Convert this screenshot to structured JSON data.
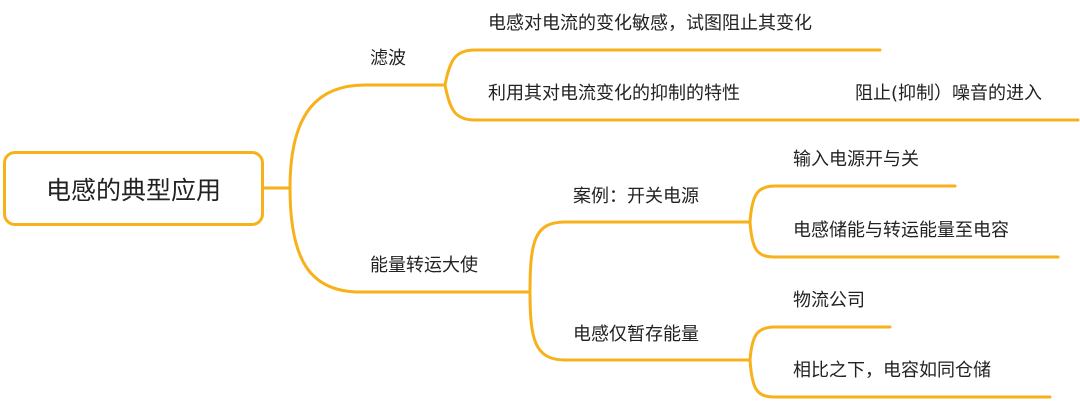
{
  "root": "电感的典型应用",
  "branch_filter": {
    "label": "滤波",
    "leaf_1": "电感对电流的变化敏感，试图阻止其变化",
    "leaf_2": "利用其对电流变化的抑制的特性",
    "leaf_2_child": "阻止(抑制）噪音的进入"
  },
  "branch_energy": {
    "label": "能量转运大使",
    "sub_1": {
      "label": "案例：开关电源",
      "leaf_1": "输入电源开与关",
      "leaf_2": "电感储能与转运能量至电容"
    },
    "sub_2": {
      "label": "电感仅暂存能量",
      "leaf_1": "物流公司",
      "leaf_2": "相比之下，电容如同仓储"
    }
  },
  "colors": {
    "line": "#f7b21b",
    "text": "#222222"
  }
}
